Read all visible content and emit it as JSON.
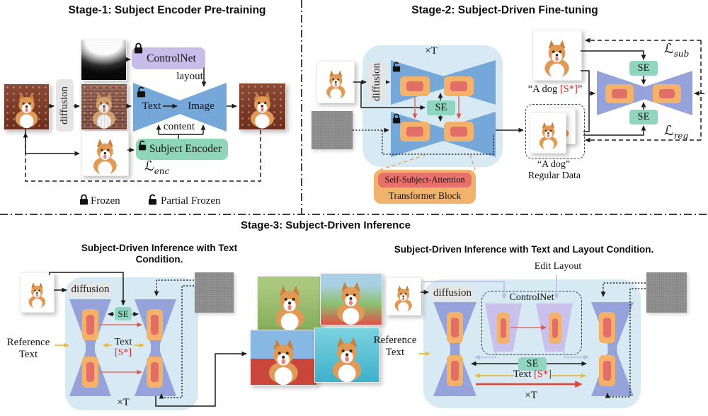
{
  "stage1": {
    "title": "Stage-1: Subject Encoder Pre-training",
    "diffusion": "diffusion",
    "controlnet": "ControlNet",
    "layout": "layout",
    "unet_text": "Text",
    "unet_image": "Image",
    "content": "content",
    "subject_encoder": "Subject Encoder",
    "loss_symbol": "ℒ",
    "loss_sub": "enc",
    "legend_frozen": "Frozen",
    "legend_partial": "Partial Frozen"
  },
  "stage2": {
    "title": "Stage-2: Subject-Driven Fine-tuning",
    "xt": "×T",
    "diffusion": "diffusion",
    "se": "SE",
    "prompt_prefix": "“A dog ",
    "prompt_token": "[S*]",
    "prompt_suffix": "”",
    "regular_caption": "“A dog”",
    "regular_label": "Regular Data",
    "ssa": "Self-Subject-Attention",
    "transformer": "Transformer Block",
    "loss_symbol": "ℒ",
    "loss_sub": "sub",
    "loss_reg": "reg"
  },
  "stage3": {
    "title": "Stage-3: Subject-Driven Inference",
    "left_subtitle": "Subject-Driven Inference with Text Condition.",
    "right_subtitle": "Subject-Driven Inference with Text and Layout Condition.",
    "edit_layout": "Edit Layout",
    "diffusion": "diffusion",
    "se": "SE",
    "text": "Text",
    "token": "[S*]",
    "xt": "×T",
    "reference_line1": "Reference",
    "reference_line2": "Text",
    "controlnet": "ControlNet"
  },
  "colors": {
    "panel_blue": "#d7eaf4",
    "unet_steel_blue": "#75a8d9",
    "unet_lavender": "#95a3da",
    "controlnet_purple": "#c7bdeb",
    "subject_encoder_green": "#8fd5ba",
    "attention_orange": "#f3b169",
    "attention_red": "#e26e68",
    "token_red": "#e0241b",
    "arrow_yellow": "#e9b93d"
  }
}
